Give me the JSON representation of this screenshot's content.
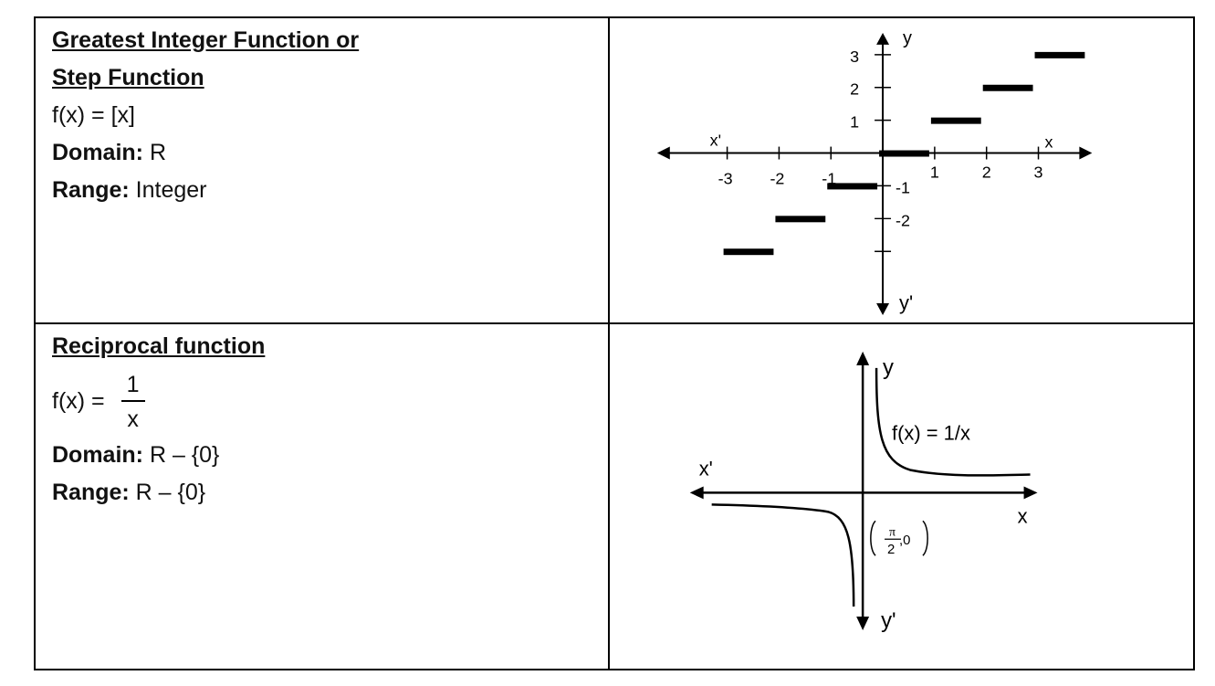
{
  "step": {
    "heading_line1": "Greatest Integer Function or",
    "heading_line2": " Step Function",
    "formula": "f(x) = [x]",
    "domain_label": "Domain:",
    "domain_value": " R",
    "range_label": "Range:",
    "range_value": " Integer",
    "graph": {
      "axis_x": "x",
      "axis_x_neg": "x'",
      "axis_y": "y",
      "axis_y_neg": "y'",
      "x_ticks": [
        "-3",
        "-2",
        "-1",
        "1",
        "2",
        "3"
      ],
      "y_ticks": [
        "3",
        "2",
        "1",
        "-1",
        "-2"
      ]
    }
  },
  "reciprocal": {
    "heading": "Reciprocal function",
    "formula_prefix": "f(x) = ",
    "formula_numerator": "1",
    "formula_denominator": "x",
    "domain_label": "Domain:",
    "domain_value": "  R – {0}",
    "range_label": "Range:",
    "range_value": " R – {0}",
    "graph": {
      "axis_x": "x",
      "axis_x_neg": "x'",
      "axis_y": "y",
      "axis_y_neg": "y'",
      "curve_label": "f(x) = 1/x",
      "point_numerator": "π",
      "point_denominator": "2",
      "point_suffix": ",0"
    }
  },
  "chart_data": [
    {
      "type": "line",
      "x_axis": {
        "label": "x",
        "negative_label": "x'",
        "ticks": [
          -3,
          -2,
          -1,
          1,
          2,
          3
        ]
      },
      "y_axis": {
        "label": "y",
        "negative_label": "y'",
        "ticks": [
          3,
          2,
          1,
          -1,
          -2
        ]
      },
      "segments": [
        {
          "x": [
            -3,
            -2
          ],
          "y": -3
        },
        {
          "x": [
            -2,
            -1
          ],
          "y": -2
        },
        {
          "x": [
            -1,
            0
          ],
          "y": -1
        },
        {
          "x": [
            0,
            1
          ],
          "y": 0
        },
        {
          "x": [
            1,
            2
          ],
          "y": 1
        },
        {
          "x": [
            2,
            3
          ],
          "y": 2
        },
        {
          "x": [
            3,
            4
          ],
          "y": 3
        }
      ]
    },
    {
      "type": "line",
      "x_axis": {
        "label": "x",
        "negative_label": "x'"
      },
      "y_axis": {
        "label": "y",
        "negative_label": "y'"
      },
      "series": [
        {
          "name": "f(x) = 1/x"
        }
      ]
    }
  ]
}
